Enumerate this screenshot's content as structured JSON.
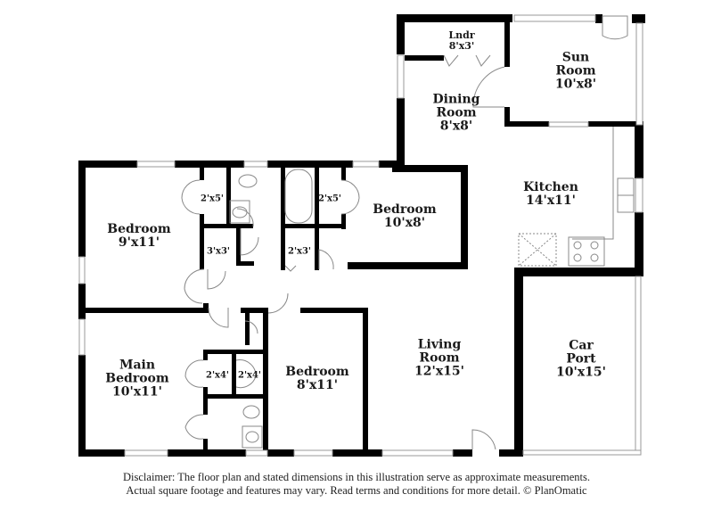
{
  "rooms": {
    "laundry": {
      "name": "Lndr",
      "dims": "8'x3'"
    },
    "sun_room": {
      "name_line1": "Sun",
      "name_line2": "Room",
      "dims": "10'x8'"
    },
    "dining_room": {
      "name_line1": "Dining",
      "name_line2": "Room",
      "dims": "8'x8'"
    },
    "kitchen": {
      "name": "Kitchen",
      "dims": "14'x11'"
    },
    "bedroom_left": {
      "name": "Bedroom",
      "dims": "9'x11'"
    },
    "bedroom_right": {
      "name": "Bedroom",
      "dims": "10'x8'"
    },
    "closet_1": {
      "dims": "2'x5'"
    },
    "closet_2": {
      "dims": "2'x5'"
    },
    "closet_3": {
      "dims": "3'x3'"
    },
    "closet_4": {
      "dims": "2'x3'"
    },
    "main_bedroom": {
      "name_line1": "Main",
      "name_line2": "Bedroom",
      "dims": "10'x11'"
    },
    "closet_5": {
      "dims": "2'x4'"
    },
    "closet_6": {
      "dims": "2'x4'"
    },
    "bedroom_bottom": {
      "name": "Bedroom",
      "dims": "8'x11'"
    },
    "living_room": {
      "name_line1": "Living",
      "name_line2": "Room",
      "dims": "12'x15'"
    },
    "car_port": {
      "name_line1": "Car",
      "name_line2": "Port",
      "dims": "10'x15'"
    }
  },
  "disclaimer": {
    "line1": "Disclaimer: The floor plan and stated dimensions in this illustration serve as approximate measurements.",
    "line2": "Actual square footage and features may vary. Read terms and conditions for more detail. © PlanOmatic"
  },
  "colors": {
    "wall": "#000000",
    "fixture": "#888888",
    "background": "#ffffff"
  }
}
